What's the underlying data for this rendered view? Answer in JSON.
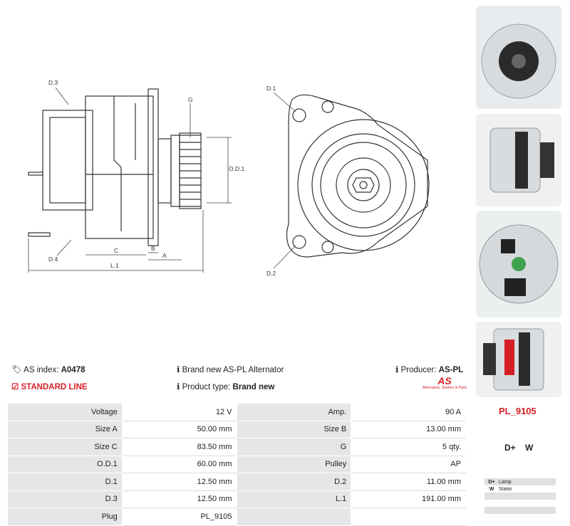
{
  "drawing_labels": {
    "d3": "D.3",
    "d4": "D.4",
    "g": "G",
    "od1": "O.D.1",
    "c": "C",
    "b": "B",
    "a": "A",
    "l1": "L.1",
    "d1": "D.1",
    "d2": "D.2"
  },
  "info": {
    "as_index_label": "AS index:",
    "as_index_value": "A0478",
    "standard_line": "STANDARD LINE",
    "brand_new_text": "Brand new AS-PL Alternator",
    "product_type_label": "Product type:",
    "product_type_value": "Brand new",
    "producer_label": "Producer:",
    "producer_value": "AS-PL",
    "logo_text": "AS",
    "logo_caption": "Alternators, Starters & Parts"
  },
  "specs": [
    {
      "k1": "Voltage",
      "v1": "12 V",
      "k2": "Amp.",
      "v2": "90 A"
    },
    {
      "k1": "Size A",
      "v1": "50.00 mm",
      "k2": "Size B",
      "v2": "13.00 mm"
    },
    {
      "k1": "Size C",
      "v1": "83.50 mm",
      "k2": "G",
      "v2": "5 qty."
    },
    {
      "k1": "O.D.1",
      "v1": "60.00 mm",
      "k2": "Pulley",
      "v2": "AP"
    },
    {
      "k1": "D.1",
      "v1": "12.50 mm",
      "k2": "D.2",
      "v2": "11.00 mm"
    },
    {
      "k1": "D.3",
      "v1": "12.50 mm",
      "k2": "L.1",
      "v2": "191.00 mm"
    },
    {
      "k1": "Plug",
      "v1": "PL_9105",
      "k2": "",
      "v2": ""
    }
  ],
  "plug": {
    "code": "PL_9105",
    "terminals": "D+    W",
    "legend": [
      {
        "code": "D+",
        "desc": "Lamp"
      },
      {
        "code": "W",
        "desc": "Stator"
      }
    ]
  },
  "colors": {
    "accent": "#d51f26",
    "key_bg": "#e6e6e6"
  }
}
